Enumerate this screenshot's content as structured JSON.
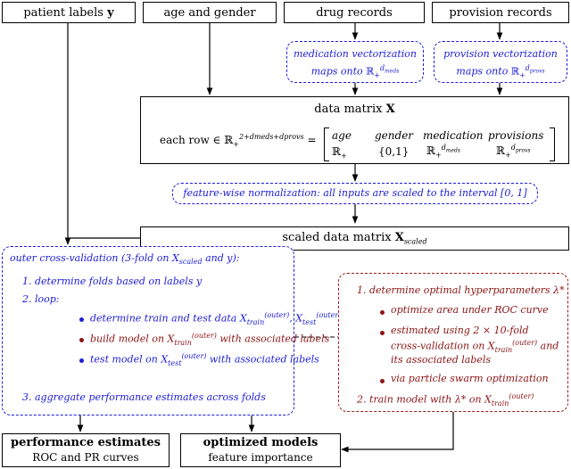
{
  "sources": {
    "patient_labels": "patient labels",
    "patient_labels_var": "y",
    "age_gender": "age and gender",
    "drug_records": "drug records",
    "provision_records": "provision records"
  },
  "vectorization": {
    "medication_line1": "medication vectorization",
    "medication_line2": "maps onto",
    "medication_space_sup": "d",
    "medication_space_sub": "meds",
    "provision_line1": "provision vectorization",
    "provision_line2": "maps onto",
    "provision_space_sub": "provs"
  },
  "data_matrix": {
    "title": "data matrix",
    "title_var": "X",
    "row_prefix": "each row ∈",
    "row_space_sup": "2+d",
    "matrix_headers": [
      "age",
      "gender",
      "medication",
      "provisions"
    ],
    "matrix_domains": [
      "ℝ",
      "{0,1}",
      "ℝ",
      "ℝ"
    ]
  },
  "normalization": {
    "text": "feature-wise normalization: all inputs are scaled to the interval [0, 1]"
  },
  "scaled_matrix": {
    "title": "scaled data matrix",
    "title_var": "X",
    "title_sub": "scaled"
  },
  "outer_cv": {
    "title": "outer cross-validation (3-fold on X",
    "title_sub": "scaled",
    "title_end": " and y):",
    "step1": "1. determine folds based on labels y",
    "step2": "2. loop:",
    "bullet1": "determine train and test data X",
    "bullet2": "build model on X",
    "bullet2_end": " with associated labels",
    "bullet3": "test model on X",
    "bullet3_end": " with associated labels",
    "step3": "3. aggregate performance estimates across folds",
    "sup_outer": "(outer)",
    "sub_train": "train",
    "sub_test": "test"
  },
  "inner_opt": {
    "step1": "1. determine optimal hyperparameters λ*",
    "bullet1": "optimize area under ROC curve",
    "bullet2_l1": "estimated using 2 × 10-fold",
    "bullet2_l2": "cross-validation on X",
    "bullet2_l2_end": " and",
    "bullet2_l3": "its associated labels",
    "bullet3": "via particle swarm optimization",
    "step2": "2. train model with λ* on X"
  },
  "outputs": {
    "performance_title": "performance estimates",
    "performance_sub": "ROC and PR curves",
    "models_title": "optimized models",
    "models_sub": "feature importance"
  },
  "colors": {
    "blue": "#1c1cd8",
    "red": "#8a1414",
    "black": "#000000"
  }
}
